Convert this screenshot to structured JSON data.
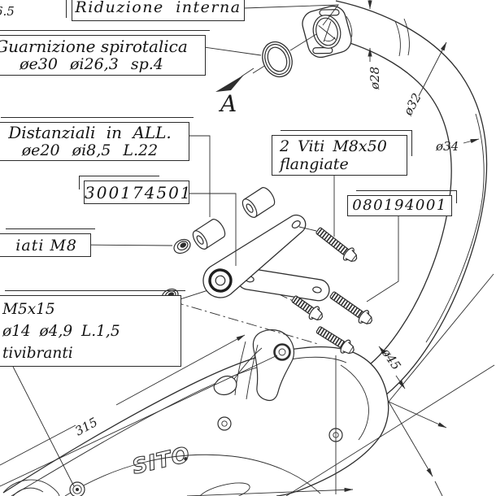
{
  "diagram_title": "exhaust-assembly-exploded-view",
  "colors": {
    "background": "#ffffff",
    "line": "#2e2e2e",
    "text": "#141414"
  },
  "callouts": {
    "riduzione": "Riduzione interna",
    "guarnizione_line1": "Guarnizione spirotalica",
    "guarnizione_line2": "øe30 øi26,3 sp.4",
    "distanziali_line1": "Distanziali in ALL.",
    "distanziali_line2": "øe20 øi8,5 L.22",
    "part_number_1": "300174501",
    "viti_line1": "2 Viti M8x50",
    "viti_line2": "flangiate",
    "part_number_2": "080194001",
    "dadi_fragment": "iati M8",
    "m5_line1": "M5x15",
    "m5_line2": "ø14 ø4,9 L.1,5",
    "m5_line3": "tivibranti",
    "corner_fragment": "6.5"
  },
  "dims": {
    "d28": "ø28",
    "d32": "ø32",
    "d34": "ø34",
    "d45": "ø45",
    "length": "315"
  },
  "view_label": "A",
  "logo": {
    "text": "SITO"
  }
}
